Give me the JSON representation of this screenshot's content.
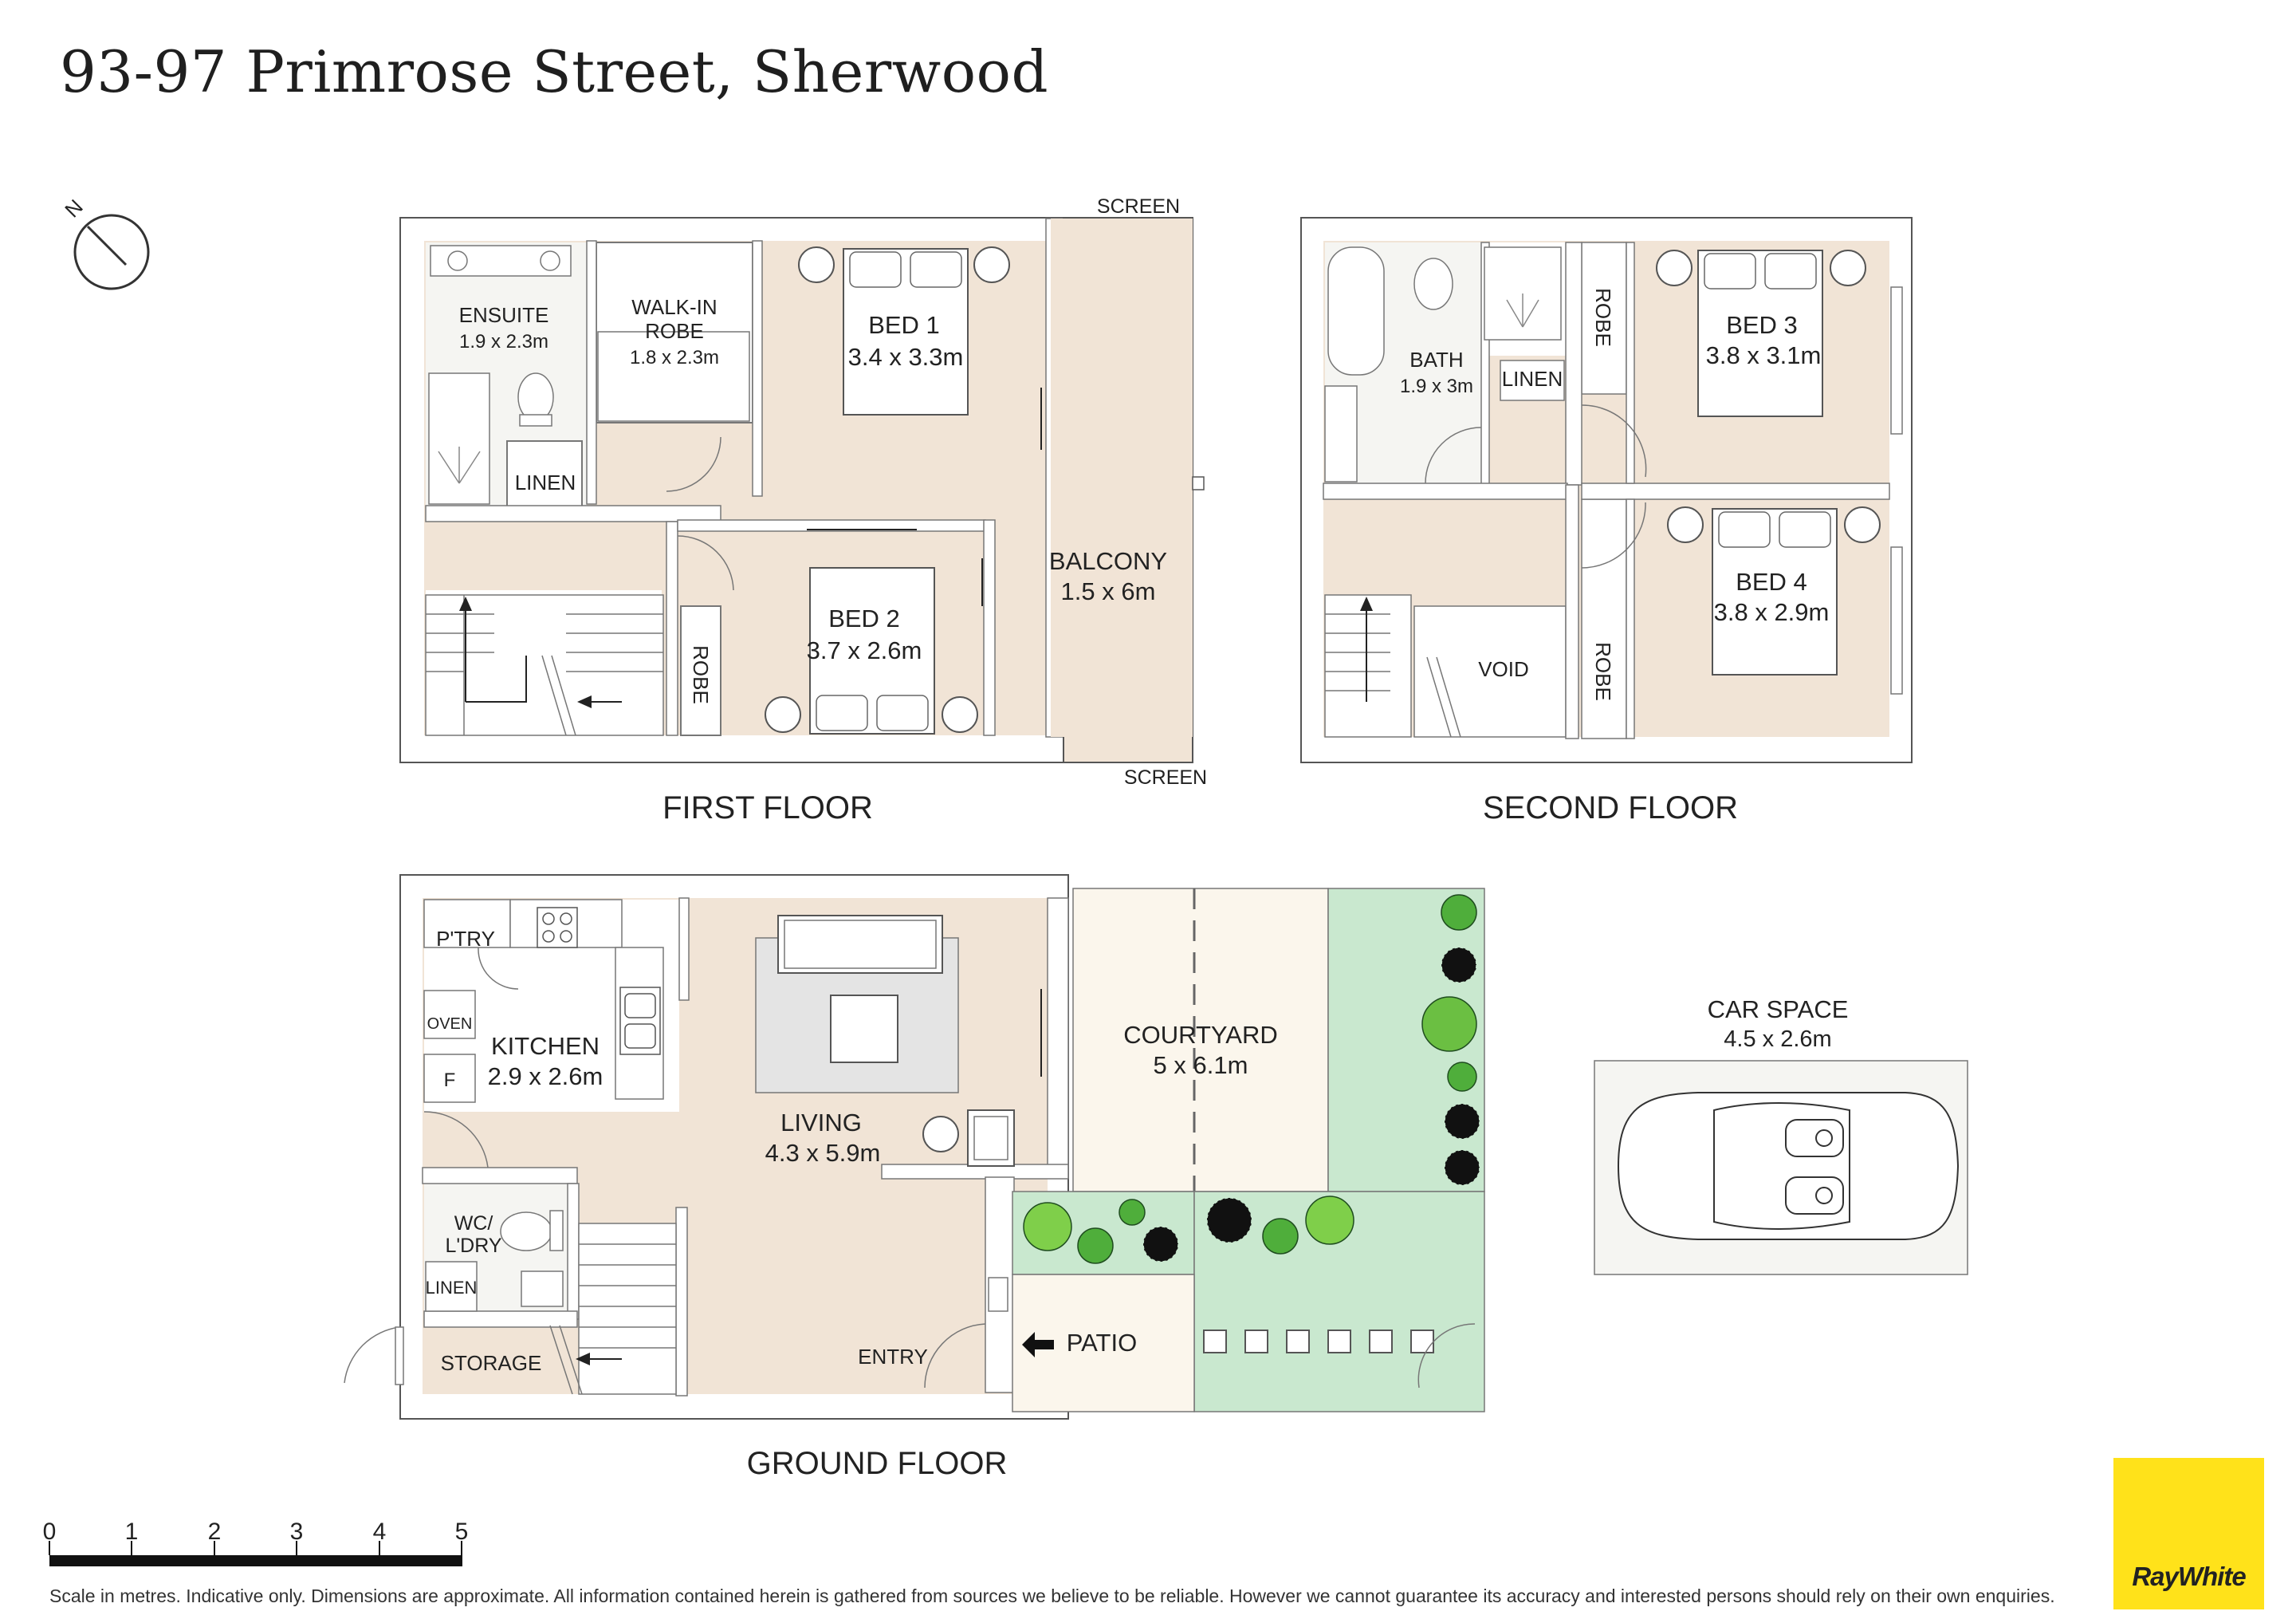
{
  "title": "93-97 Primrose Street, Sherwood",
  "compass": {
    "label": "N"
  },
  "floors": {
    "first": "FIRST FLOOR",
    "second": "SECOND FLOOR",
    "ground": "GROUND FLOOR"
  },
  "rooms": {
    "ensuite": {
      "name": "ENSUITE",
      "dims": "1.9 x 2.3m"
    },
    "walkin": {
      "name_line1": "WALK-IN",
      "name_line2": "ROBE",
      "dims": "1.8 x 2.3m"
    },
    "bed1": {
      "name": "BED 1",
      "dims": "3.4 x 3.3m"
    },
    "linen_first": "LINEN",
    "bed2": {
      "name": "BED 2",
      "dims": "3.7 x 2.6m"
    },
    "robe_first": "ROBE",
    "balcony": {
      "name": "BALCONY",
      "dims": "1.5 x 6m"
    },
    "screen_top": "SCREEN",
    "screen_bottom": "SCREEN",
    "bath": {
      "name": "BATH",
      "dims": "1.9 x 3m"
    },
    "linen_second": "LINEN",
    "robe_second_top": "ROBE",
    "bed3": {
      "name": "BED 3",
      "dims": "3.8 x 3.1m"
    },
    "bed4": {
      "name": "BED 4",
      "dims": "3.8 x 2.9m"
    },
    "void": "VOID",
    "robe_second_bottom": "ROBE",
    "pantry": "P'TRY",
    "oven": "OVEN",
    "fridge": "F",
    "kitchen": {
      "name": "KITCHEN",
      "dims": "2.9 x 2.6m"
    },
    "living": {
      "name": "LIVING",
      "dims": "4.3 x 5.9m"
    },
    "wc": {
      "line1": "WC/",
      "line2": "L'DRY"
    },
    "linen_ground": "LINEN",
    "storage": "STORAGE",
    "entry": "ENTRY",
    "patio": "PATIO",
    "courtyard": {
      "name": "COURTYARD",
      "dims": "5 x 6.1m"
    },
    "car": {
      "name": "CAR SPACE",
      "dims": "4.5 x 2.6m"
    }
  },
  "scale": {
    "ticks": [
      "0",
      "1",
      "2",
      "3",
      "4",
      "5"
    ]
  },
  "disclaimer": "Scale in metres. Indicative only. Dimensions are approximate. All information contained herein is gathered from sources we believe to be reliable. However we cannot guarantee its accuracy and interested persons should rely on their own enquiries.",
  "brand": "RayWhite",
  "colors": {
    "floor": "#f1e4d6",
    "wall": "#ffffff",
    "outline": "#555555",
    "garden": "#c9e8cf",
    "courtyard": "#fbf6ec",
    "brand_yellow": "#ffe21a"
  }
}
